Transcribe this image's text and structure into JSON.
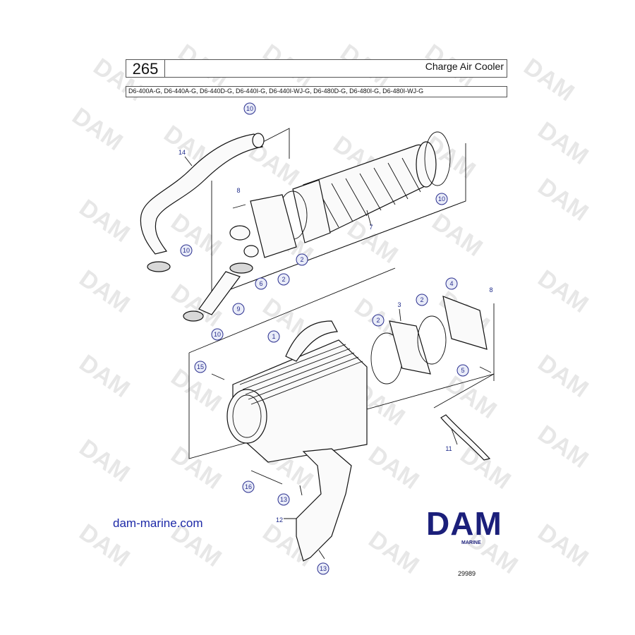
{
  "header": {
    "page_number": "265",
    "title": "Charge Air Cooler",
    "models": "D6-400A-G, D6-440A-G, D6-440D-G, D6-440I-G, D6-440I-WJ-G, D6-480D-G, D6-480I-G, D6-480I-WJ-G"
  },
  "watermark": {
    "text": "DAM"
  },
  "callouts": [
    "10",
    "14",
    "8",
    "2",
    "7",
    "10",
    "6",
    "2",
    "10",
    "9",
    "10",
    "1",
    "4",
    "3",
    "2",
    "2",
    "8",
    "15",
    "5",
    "11",
    "16",
    "13",
    "12",
    "13"
  ],
  "footer": {
    "website": "dam-marine.com",
    "logo_text": "DAM",
    "logo_sub": "MARINE",
    "drawing_number": "29989"
  },
  "colors": {
    "callout": "#2a2f8f",
    "logo": "#1b1f7a",
    "website": "#1e2aa8"
  }
}
